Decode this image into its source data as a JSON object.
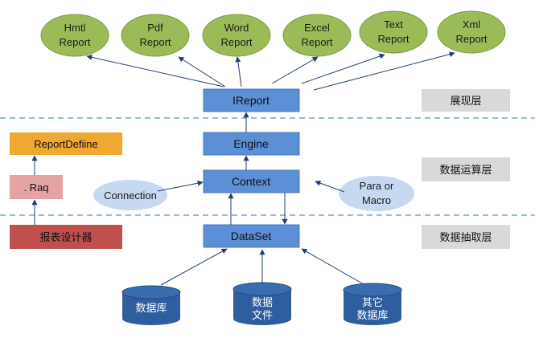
{
  "colors": {
    "report_fill": "#9BBB59",
    "report_stroke": "#7A9A3E",
    "core_box": "#5B8FD6",
    "core_box_stroke": "#4A7AC0",
    "layer_label_bg": "#D9D9D9",
    "define_box": "#F0A830",
    "raq_box": "#E6A3A3",
    "designer_box": "#C0504D",
    "param_ellipse": "#C6D9F1",
    "db_cylinder": "#2E5E9E",
    "divider": "#5B8FD6",
    "arrow": "#1F3F74"
  },
  "reports": [
    {
      "line1": "Hmtl",
      "line2": "Report"
    },
    {
      "line1": "Pdf",
      "line2": "Report"
    },
    {
      "line1": "Word",
      "line2": "Report"
    },
    {
      "line1": "Excel",
      "line2": "Report"
    },
    {
      "line1": "Text",
      "line2": "Report"
    },
    {
      "line1": "Xml",
      "line2": "Report"
    }
  ],
  "core": {
    "ireport": "IReport",
    "engine": "Engine",
    "context": "Context",
    "dataset": "DataSet"
  },
  "layers": {
    "presentation": "展现层",
    "compute": "数据运算层",
    "extract": "数据抽取层"
  },
  "left": {
    "define": "ReportDefiine",
    "raq": ". Raq",
    "designer": "报表设计器"
  },
  "inputs": {
    "connection": "Connection",
    "param_line1": "Para or",
    "param_line2": "Macro"
  },
  "sources": {
    "db": "数据库",
    "file_line1": "数据",
    "file_line2": "文件",
    "other_line1": "其它",
    "other_line2": "数据库"
  }
}
